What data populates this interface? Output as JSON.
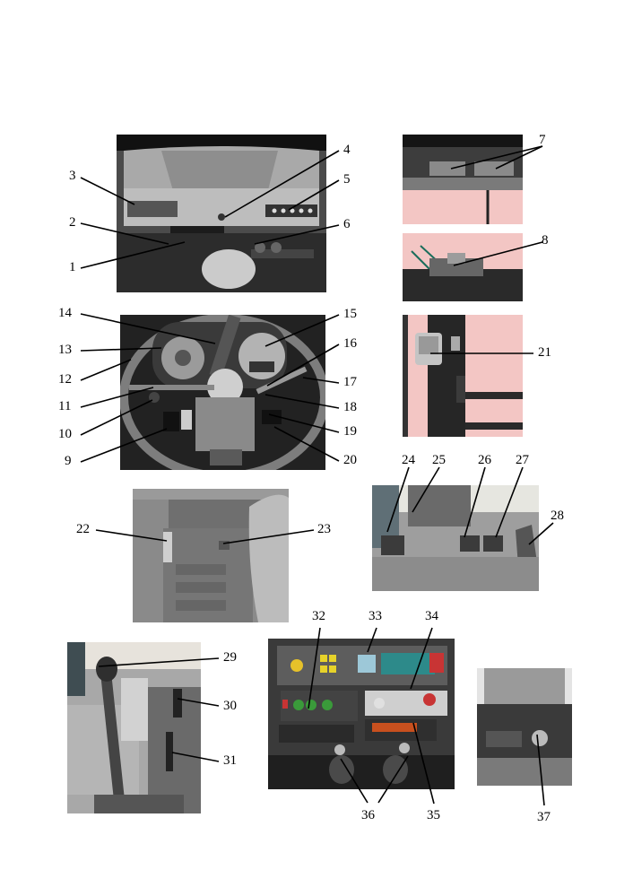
{
  "figure": {
    "callouts": [
      "1",
      "2",
      "3",
      "4",
      "5",
      "6",
      "7",
      "8",
      "9",
      "10",
      "11",
      "12",
      "13",
      "14",
      "15",
      "16",
      "17",
      "18",
      "19",
      "20",
      "21",
      "22",
      "23",
      "24",
      "25",
      "26",
      "27",
      "28",
      "29",
      "30",
      "31",
      "32",
      "33",
      "34",
      "35",
      "36",
      "37"
    ],
    "photos": [
      "cab-roof-console-photo",
      "upper-window-handles-photo",
      "rear-latch-photo",
      "steering-wheel-dashboard-photo",
      "pillar-display-photo",
      "cab-floor-photo",
      "pedals-photo",
      "gear-lever-photo",
      "right-control-panel-photo",
      "rear-socket-photo"
    ],
    "colors": {
      "pink_panel": "#f3c6c4",
      "photo_gray": "#6d6d6d",
      "ink": "#000000"
    }
  }
}
